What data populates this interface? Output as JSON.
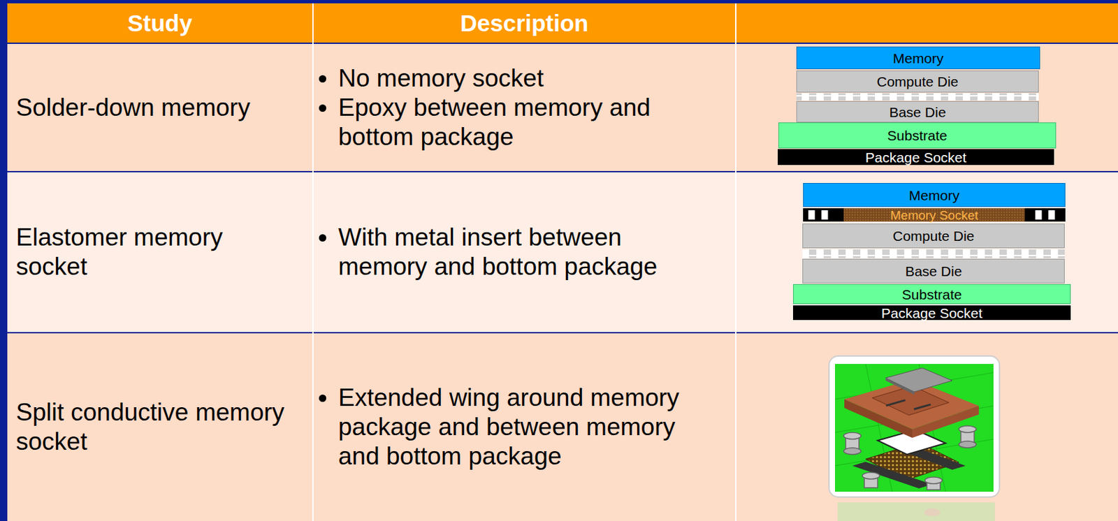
{
  "diagram": {
    "nodes": [
      {
        "text": [
          "Memory"
        ]
      },
      {
        "text": [
          "Compute Die"
        ]
      },
      {
        "text": [
          "Base Die"
        ]
      },
      {
        "text": [
          "Substrate"
        ]
      },
      {
        "text": [
          "Package Socket"
        ]
      },
      {
        "text": [
          "Memory"
        ]
      },
      {
        "text": [
          "Memory Socket"
        ]
      },
      {
        "text": [
          "Compute Die"
        ]
      },
      {
        "text": [
          "Base Die"
        ]
      },
      {
        "text": [
          "Substrate"
        ]
      },
      {
        "text": [
          "Package Socket"
        ]
      }
    ],
    "labels": [
      "Study",
      "Description",
      "Solder-down memory",
      "No memory socket",
      "Epoxy between memory and bottom package",
      "Elastomer memory socket",
      "With metal insert between memory and bottom package",
      "Split conductive memory socket",
      "Extended wing around memory package and between memory and bottom package"
    ]
  }
}
